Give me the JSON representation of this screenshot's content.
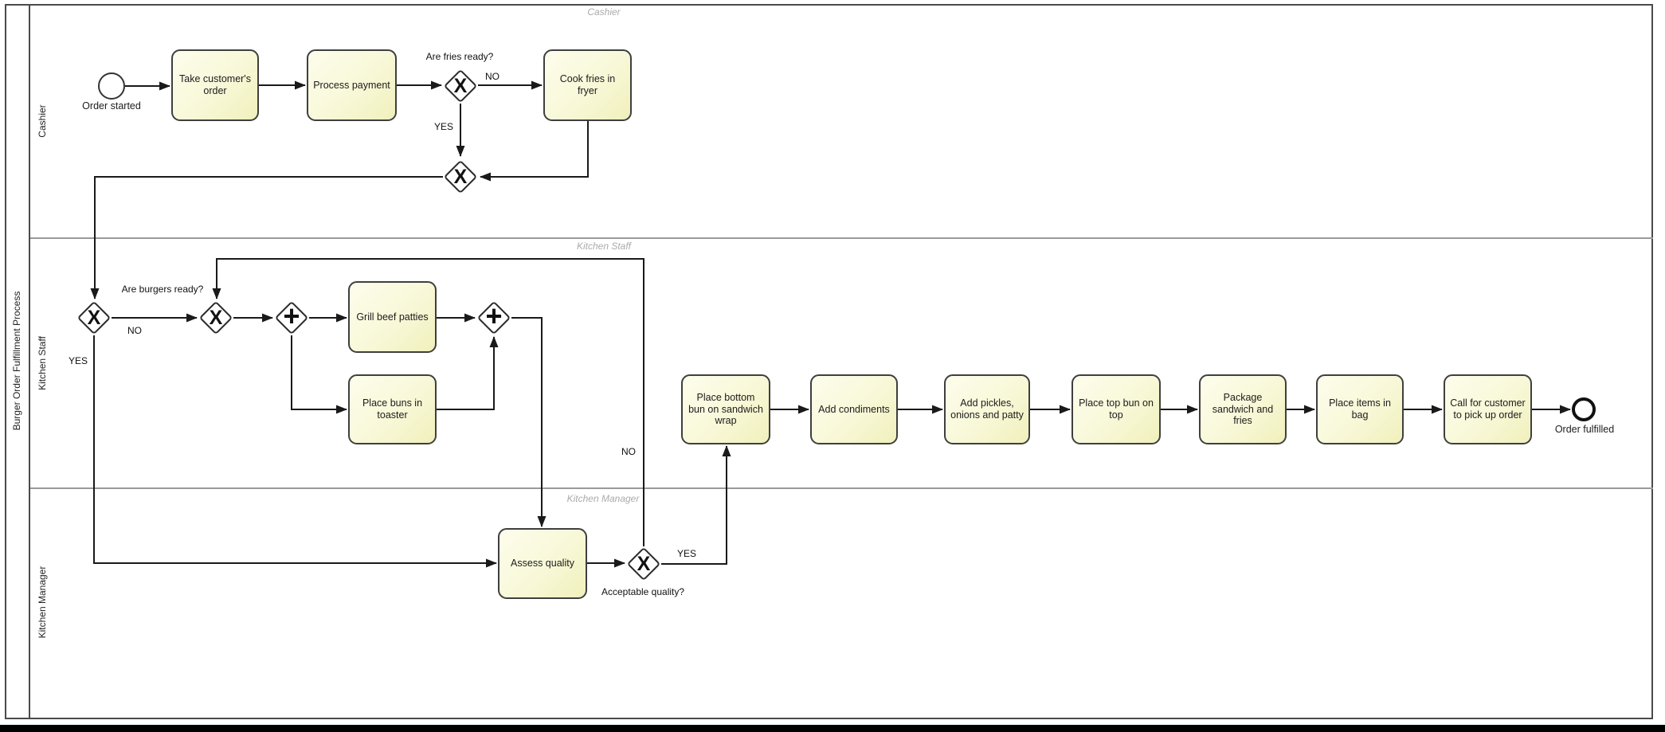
{
  "pool": {
    "title": "Burger Order Fulfillment Process"
  },
  "lanes": {
    "cashier": {
      "name": "Cashier",
      "header": "Cashier"
    },
    "kitchen_staff": {
      "name": "Kitchen Staff",
      "header": "Kitchen Staff"
    },
    "kitchen_manager": {
      "name": "Kitchen Manager",
      "header": "Kitchen Manager"
    }
  },
  "events": {
    "start": {
      "label": "Order started"
    },
    "end": {
      "label": "Order fulfilled"
    }
  },
  "tasks": {
    "take_order": {
      "label": "Take customer's order"
    },
    "process_payment": {
      "label": "Process payment"
    },
    "cook_fries": {
      "label": "Cook fries in fryer"
    },
    "grill_patties": {
      "label": "Grill beef patties"
    },
    "place_buns": {
      "label": "Place buns in toaster"
    },
    "assess_quality": {
      "label": "Assess quality"
    },
    "bottom_bun": {
      "label": "Place bottom bun on sandwich wrap"
    },
    "add_condiments": {
      "label": "Add condiments"
    },
    "add_pickles": {
      "label": "Add pickles, onions and patty"
    },
    "top_bun": {
      "label": "Place top bun on top"
    },
    "package": {
      "label": "Package sandwich and fries"
    },
    "items_bag": {
      "label": "Place items in bag"
    },
    "call_customer": {
      "label": "Call for customer to pick up order"
    }
  },
  "gateways": {
    "fries_ready": {
      "symbol": "X",
      "question": "Are fries ready?"
    },
    "fries_merge": {
      "symbol": "X"
    },
    "burgers_ready": {
      "symbol": "X",
      "question": "Are burgers ready?"
    },
    "burgers_merge": {
      "symbol": "X"
    },
    "parallel_split": {
      "symbol": "+"
    },
    "parallel_join": {
      "symbol": "+"
    },
    "acceptable_quality": {
      "symbol": "X",
      "question": "Acceptable quality?"
    }
  },
  "flow_labels": {
    "fries_no": "NO",
    "fries_yes": "YES",
    "burgers_no": "NO",
    "burgers_yes": "YES",
    "quality_yes": "YES",
    "quality_no": "NO"
  },
  "colors": {
    "task_fill_light": "#fdfdec",
    "task_fill_dark": "#f0f0bc",
    "task_border": "#3f3f3f",
    "flow_line": "#1a1a1a",
    "lane_header_text": "#ababab",
    "lane_divider": "#9a9a9a",
    "pool_border": "#4a4a4a",
    "gateway_border": "#2b2b2b"
  }
}
